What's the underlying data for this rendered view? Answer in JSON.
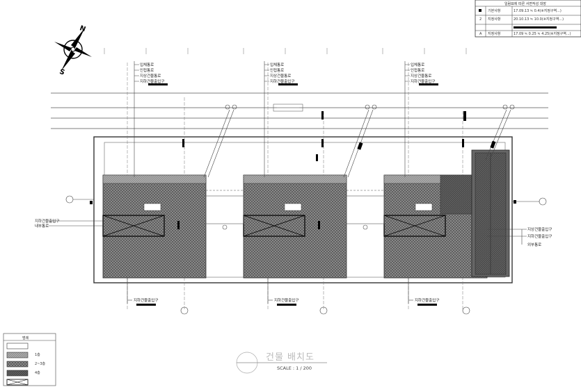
{
  "drawing": {
    "title": "건물 배치도",
    "scale": "SCALE : 1 / 200"
  },
  "compass": {
    "north": "N",
    "south": "S"
  },
  "revision_table": {
    "header": "일람표에 따른 서면작성 대장",
    "rows": [
      {
        "mark": "",
        "code": "기본사항",
        "text": "17.09.13 ≒ 0.4(※지정구역...)"
      },
      {
        "mark": "2",
        "code": "지정사항",
        "text": "20.10.13 ≒ 10.0(※지정구역...)"
      },
      {
        "mark": "A",
        "code": "지정사항",
        "text": "17.09 ≒ 0.25 ≒ 4.25(※지정구역...)"
      }
    ]
  },
  "colors": {
    "line": "#333333",
    "hatch": "#555555",
    "fill_light": "#9a9a9a",
    "fill_dark": "#3c3c3c",
    "faint": "#bbbbbb"
  },
  "building_labels": [
    "입체통로",
    "인접통로",
    "지상건물통로",
    "지하건물출입구"
  ],
  "lower_callout": "지하건물출입구",
  "left_callouts": [
    "지하건물출입구",
    "내부통로"
  ],
  "right_callouts": [
    "지상건물출입구",
    "지하건물출입구",
    "외부통로"
  ],
  "legend": {
    "rows": [
      "범례",
      "1층",
      "2~3층",
      "4층"
    ]
  }
}
